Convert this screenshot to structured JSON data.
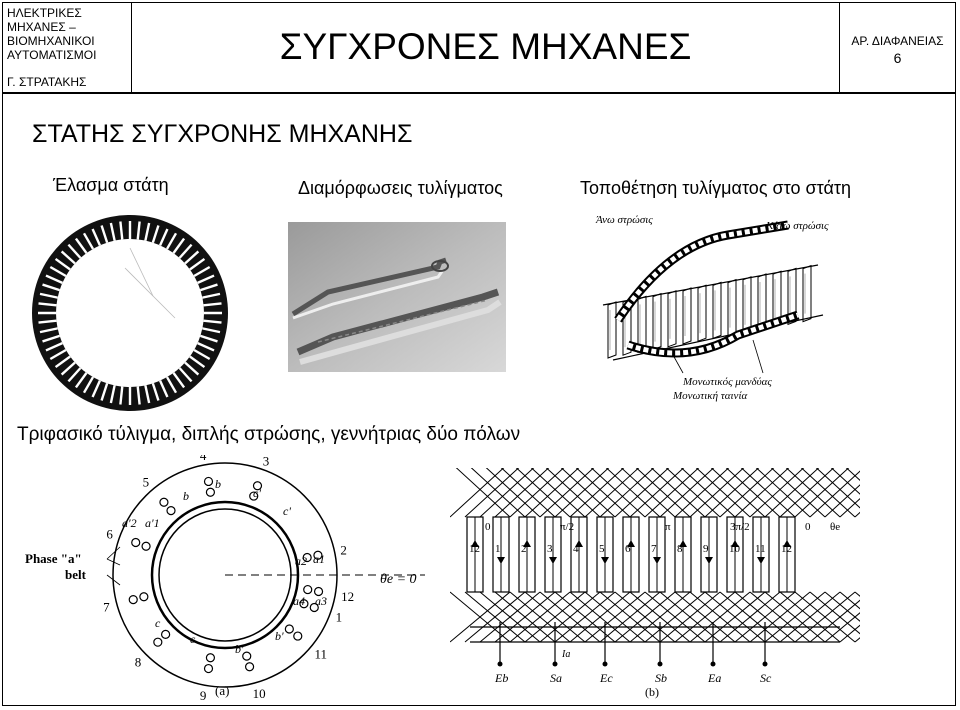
{
  "header": {
    "left_lines": [
      "ΗΛΕΚΤΡΙΚΕΣ",
      "ΜΗΧΑΝΕΣ –",
      "ΒΙΟΜΗΧΑΝΙΚΟΙ",
      "ΑΥΤΟΜΑΤΙΣΜΟΙ"
    ],
    "author": "Γ. ΣΤΡΑΤΑΚΗΣ",
    "title": "ΣΥΓΧΡΟΝΕΣ ΜΗΧΑΝΕΣ",
    "slide_label": "ΑΡ. ΔΙΑΦΑΝΕΙΑΣ",
    "slide_number": "6"
  },
  "section_title": "ΣΤΑΤΗΣ ΣΥΓΧΡΟΝΗΣ ΜΗΧΑΝΗΣ",
  "captions": {
    "lamination": "Έλασμα στάτη",
    "winding_shapes": "Διαμόρφωσεις τυλίγματος",
    "winding_placement": "Τοποθέτηση τυλίγματος στο στάτη"
  },
  "placement_labels": {
    "upper_layer": "Άνω στρώσις",
    "lower_layer": "Κάτω στρώσις",
    "sleeve": "Μονωτικός μανδύας",
    "tape": "Μονωτική ταινία"
  },
  "subtitle": "Τριφασικό τύλιγμα, διπλής στρώσης, γεννήτριας δύο πόλων",
  "diagram_a": {
    "label": "(a)",
    "phase_label_1": "Phase \"a\"",
    "phase_label_2": "belt",
    "angle_label": "θe = 0",
    "slot_numbers": [
      "1",
      "2",
      "3",
      "4",
      "5",
      "6",
      "7",
      "8",
      "9",
      "10",
      "11",
      "12"
    ],
    "marks": [
      "b",
      "b",
      "c'",
      "c'",
      "a'2",
      "a'1",
      "a2",
      "a1",
      "a4",
      "a3",
      "c",
      "c",
      "b'",
      "b'"
    ]
  },
  "diagram_b": {
    "label": "(b)",
    "top_marks": [
      "0",
      "π/2",
      "π",
      "3π/2",
      "0",
      "θe"
    ],
    "slot_numbers": [
      "12",
      "1",
      "2",
      "3",
      "4",
      "5",
      "6",
      "7",
      "8",
      "9",
      "10",
      "11",
      "12"
    ],
    "terminals": [
      "Eb",
      "Sa",
      "Ec",
      "Sb",
      "Ea",
      "Sc"
    ],
    "current": "Ia"
  }
}
